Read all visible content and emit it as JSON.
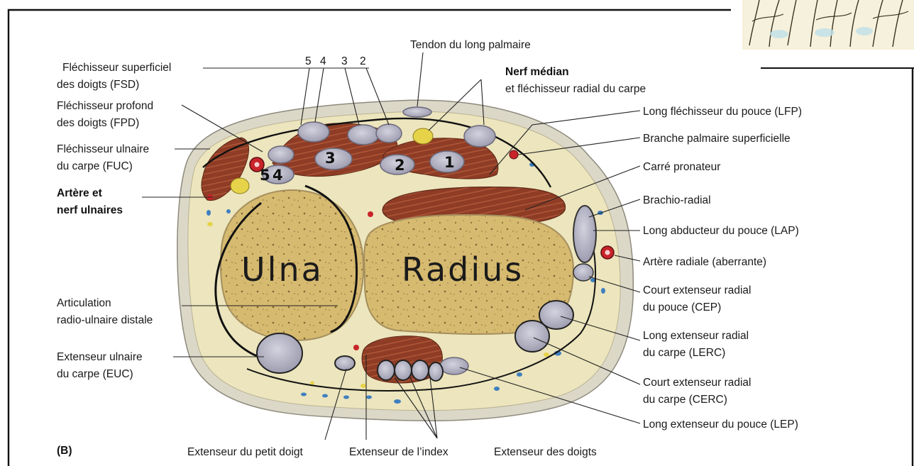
{
  "panel_label": "(B)",
  "bones": {
    "ulna": "Ulna",
    "radius": "Radius"
  },
  "tendon_numbers": {
    "n5": "5",
    "n4": "4",
    "n3": "3",
    "n2": "2",
    "inner": [
      "5",
      "4",
      "3",
      "2",
      "1"
    ]
  },
  "labels_left": {
    "fsd_1": "Fléchisseur superficiel",
    "fsd_2": "des doigts (FSD)",
    "fpd_1": "Fléchisseur profond",
    "fpd_2": "des doigts (FPD)",
    "fuc_1": "Fléchisseur ulnaire",
    "fuc_2": "du carpe (FUC)",
    "artery_1": "Artère et",
    "artery_2": "nerf ulnaires",
    "druj_1": "Articulation",
    "druj_2": "radio-ulnaire distale",
    "euc_1": "Extenseur ulnaire",
    "euc_2": "du carpe (EUC)"
  },
  "labels_top": {
    "palmaris": "Tendon du long palmaire",
    "median_1": "Nerf médian",
    "median_2": "et fléchisseur radial du carpe"
  },
  "labels_right": {
    "lfp": "Long fléchisseur du pouce (LFP)",
    "branche": "Branche palmaire superficielle",
    "carre": "Carré pronateur",
    "brachio": "Brachio-radial",
    "lap": "Long abducteur du pouce (LAP)",
    "artere_radiale": "Artère radiale (aberrante)",
    "cep_1": "Court extenseur radial",
    "cep_2": "du pouce (CEP)",
    "lerc_1": "Long extenseur radial",
    "lerc_2": "du carpe (LERC)",
    "cerc_1": "Court extenseur radial",
    "cerc_2": "du carpe (CERC)",
    "lep": "Long extenseur du pouce (LEP)"
  },
  "labels_bottom": {
    "petit_doigt": "Extenseur du petit doigt",
    "index": "Extenseur de l’index",
    "doigts": "Extenseur des doigts"
  },
  "colors": {
    "bone": "#d8bd73",
    "skin": "#ddd9c6",
    "tendon": "#b9b8c8",
    "muscle": "#8b3a24",
    "nerve": "#e6d34a",
    "artery": "#c8242a",
    "vein": "#3f7fc0"
  }
}
